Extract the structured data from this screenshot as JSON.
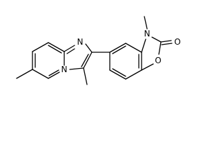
{
  "molecule": {
    "atom_labels": {
      "n_imidazole": "N",
      "n_bridgehead": "N",
      "n_oxazolone": "N",
      "o_carbonyl": "O",
      "o_ring": "O"
    }
  },
  "colors": {
    "bond": "#000000",
    "label": "#000000",
    "background": "#ffffff"
  }
}
